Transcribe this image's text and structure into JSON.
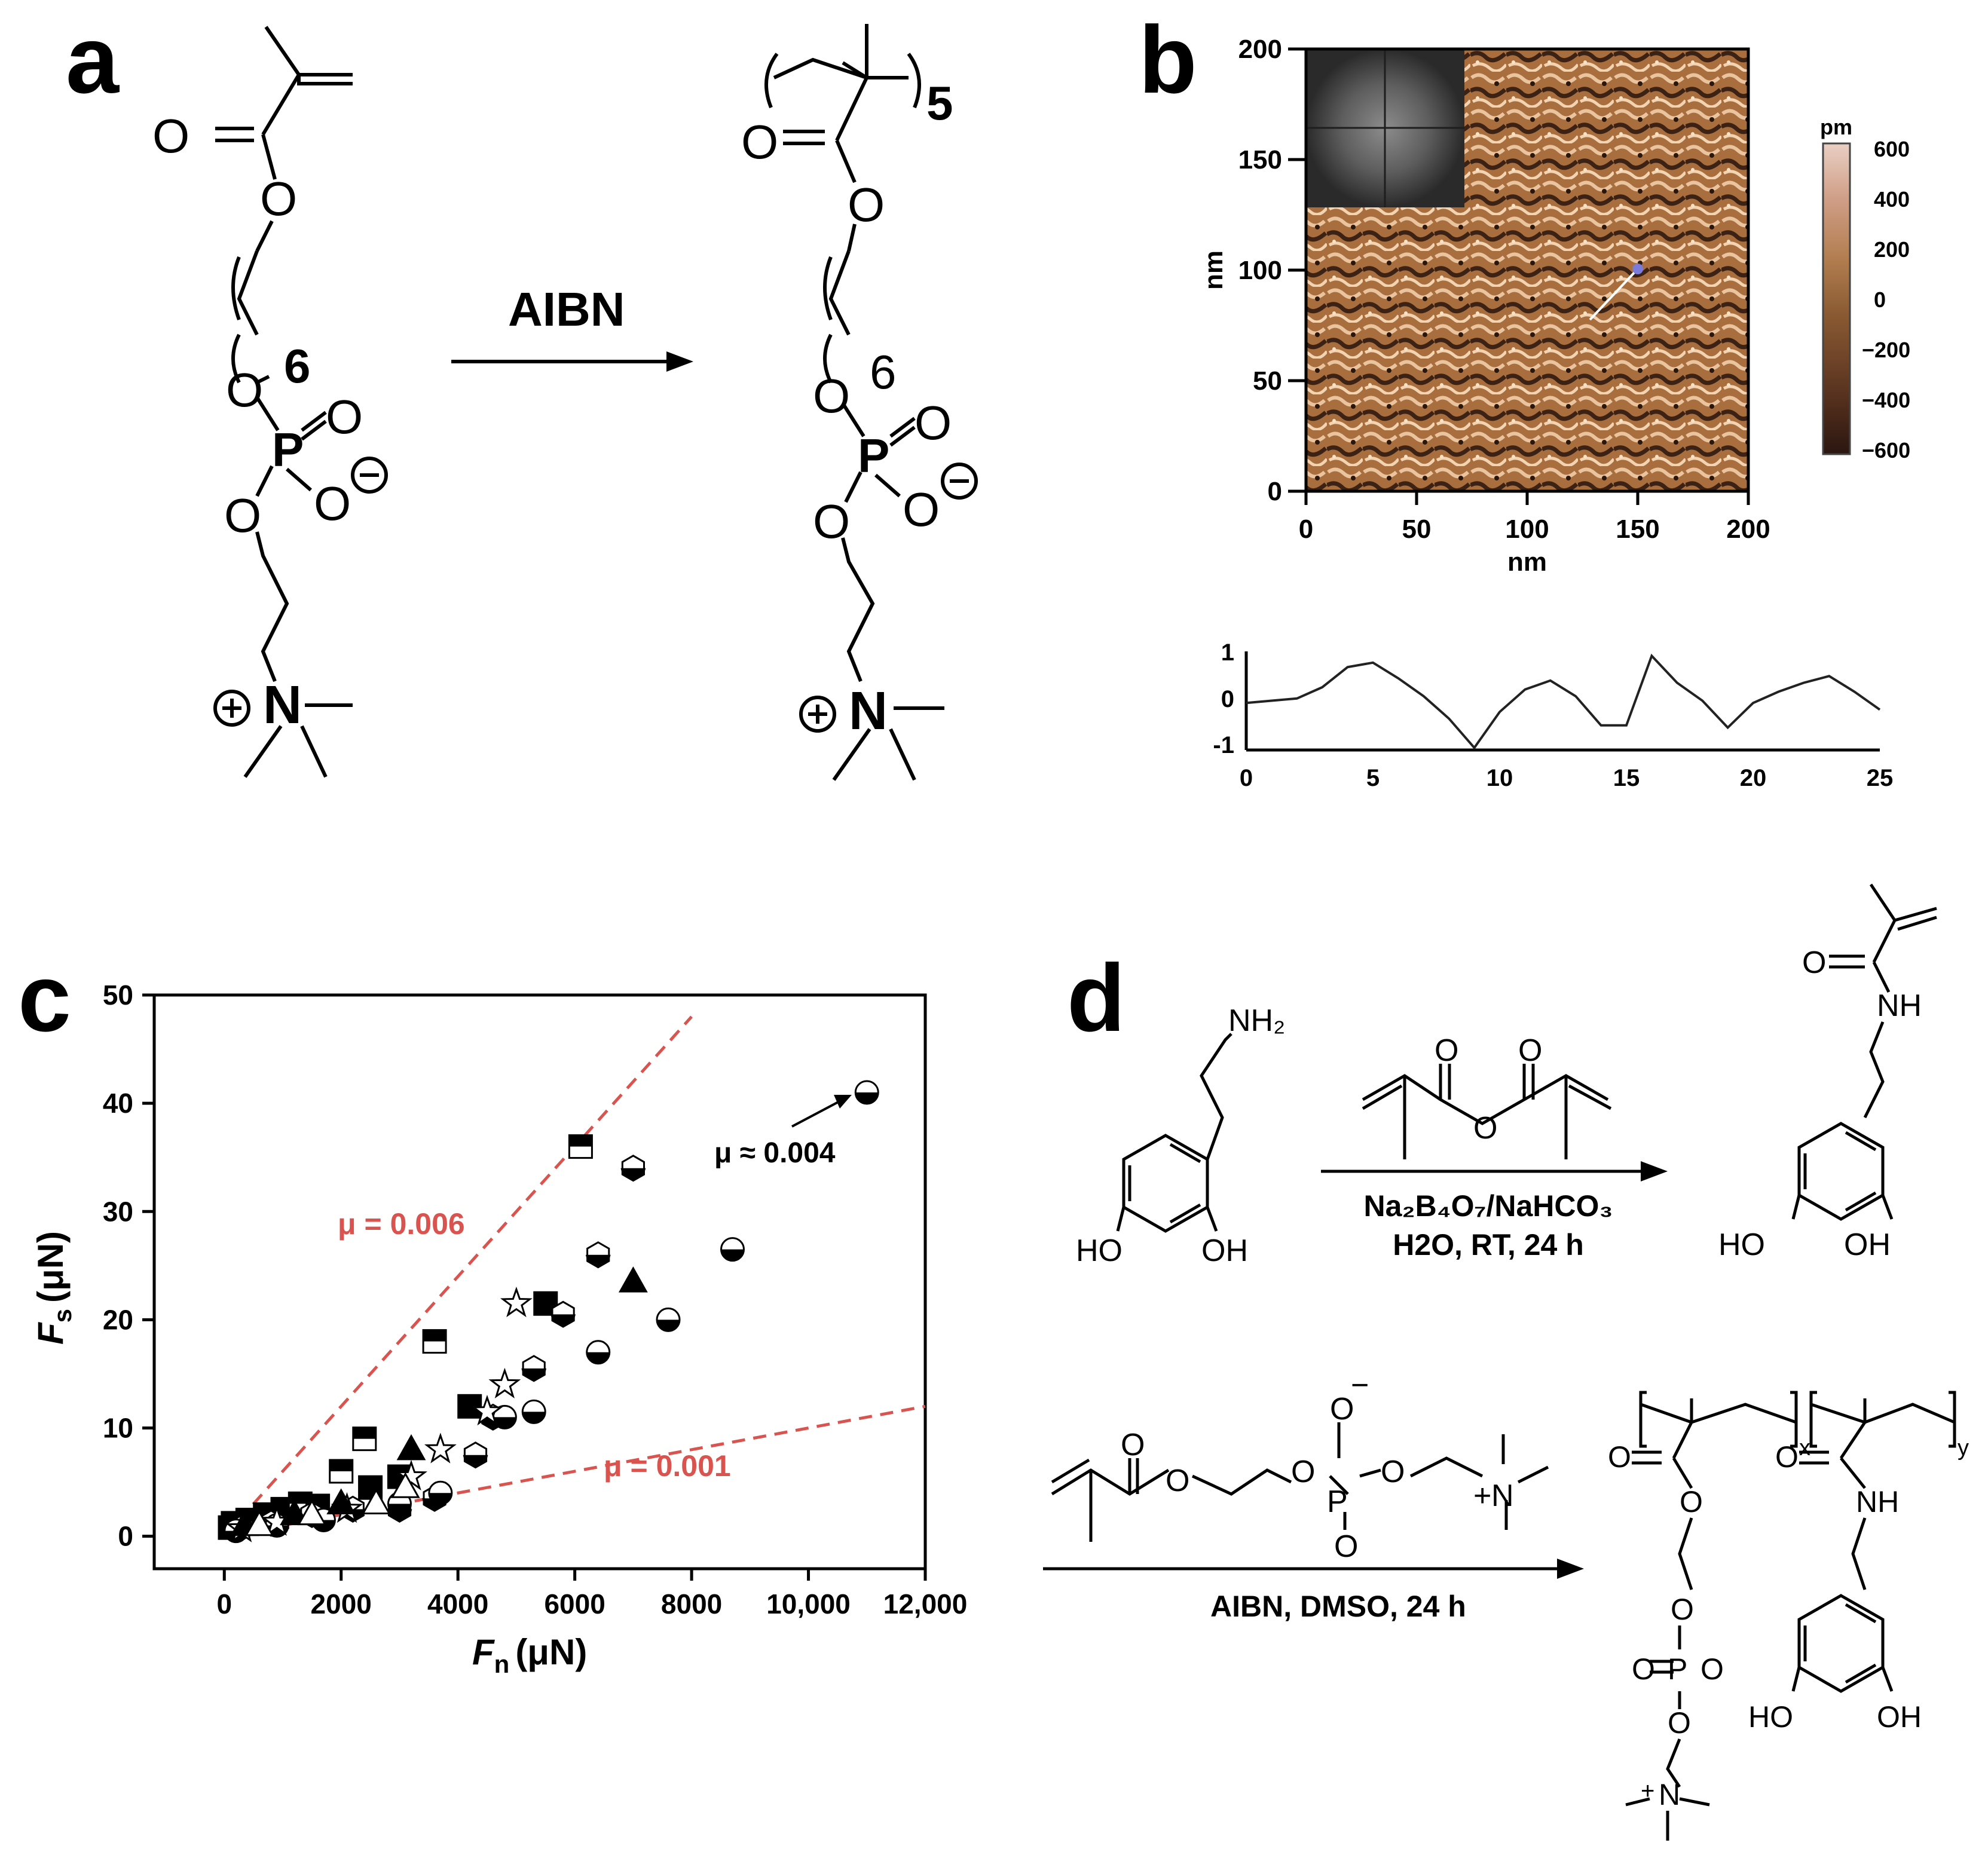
{
  "panel_labels": [
    "a",
    "b",
    "c",
    "d"
  ],
  "panel_a": {
    "reagent": "AIBN",
    "chain_repeat": "6",
    "polymer_repeat": "5",
    "atoms": {
      "O": "O",
      "P": "P",
      "N": "N",
      "minus": "−",
      "plus": "+"
    }
  },
  "panel_b": {
    "afm": {
      "axis_label": "nm",
      "ticks": [
        "0",
        "50",
        "100",
        "150",
        "200"
      ],
      "colorbar_unit": "pm",
      "colorbar_ticks": [
        "600",
        "400",
        "200",
        "0",
        "−200",
        "−400",
        "−600"
      ],
      "colorbar_colors": [
        "#e9cfc3",
        "#cf9e86",
        "#b07c4e",
        "#8a5a32",
        "#6a4026",
        "#4c2a1a",
        "#2a1610"
      ]
    },
    "profile": {
      "y_ticks": [
        "1",
        "0",
        "-1"
      ],
      "x_ticks": [
        "0",
        "5",
        "10",
        "15",
        "20",
        "25"
      ],
      "x": [
        0,
        1,
        2,
        3,
        4,
        5,
        6,
        7,
        8,
        9,
        10,
        11,
        12,
        13,
        14,
        15,
        16,
        17,
        18,
        19,
        20,
        21,
        22,
        23,
        24,
        25
      ],
      "y": [
        0.05,
        0.1,
        0.15,
        0.4,
        0.85,
        0.95,
        0.6,
        0.2,
        -0.3,
        -0.95,
        -0.15,
        0.35,
        0.55,
        0.2,
        -0.45,
        -0.45,
        1.1,
        0.5,
        0.1,
        -0.5,
        0.05,
        0.3,
        0.5,
        0.65,
        0.3,
        -0.1
      ]
    }
  },
  "chart_data": {
    "type": "scatter",
    "xlabel_main": "F",
    "xlabel_sub": "n",
    "xlabel_unit": "(μN)",
    "ylabel_main": "F",
    "ylabel_sub": "s",
    "ylabel_unit": "(μN)",
    "xlim": [
      -1200,
      12000
    ],
    "ylim": [
      -3,
      50
    ],
    "x_ticks": [
      0,
      2000,
      4000,
      6000,
      8000,
      10000,
      12000
    ],
    "x_tick_labels": [
      "0",
      "2000",
      "4000",
      "6000",
      "8000",
      "10,000",
      "12,000"
    ],
    "y_ticks": [
      0,
      10,
      20,
      30,
      40,
      50
    ],
    "y_tick_labels": [
      "0",
      "10",
      "20",
      "30",
      "40",
      "50"
    ],
    "reference_lines": [
      {
        "label": "μ = 0.006",
        "slope": 0.006,
        "x_end": 8000,
        "color": "#d9534f"
      },
      {
        "label": "μ = 0.001",
        "slope": 0.001,
        "x_end": 12000,
        "color": "#d9534f"
      }
    ],
    "annotation": "μ ≈ 0.004",
    "series": [
      {
        "marker": "square-half-top",
        "points": [
          [
            150,
            1.2
          ],
          [
            400,
            1.5
          ],
          [
            700,
            2
          ],
          [
            1000,
            2.5
          ],
          [
            1300,
            3
          ],
          [
            2000,
            6
          ],
          [
            2400,
            9
          ],
          [
            3600,
            18
          ],
          [
            6100,
            36
          ]
        ]
      },
      {
        "marker": "square-filled",
        "points": [
          [
            100,
            0.8
          ],
          [
            500,
            1.2
          ],
          [
            900,
            1.8
          ],
          [
            1600,
            2.8
          ],
          [
            2500,
            4.5
          ],
          [
            3000,
            5.5
          ],
          [
            4200,
            12
          ],
          [
            5500,
            21.5
          ]
        ]
      },
      {
        "marker": "hexagon-half",
        "points": [
          [
            300,
            0.8
          ],
          [
            800,
            1.2
          ],
          [
            1500,
            2
          ],
          [
            2200,
            2.5
          ],
          [
            3000,
            2.5
          ],
          [
            3600,
            3.5
          ],
          [
            4300,
            7.5
          ],
          [
            4600,
            11
          ],
          [
            5300,
            15.5
          ],
          [
            5800,
            20.5
          ],
          [
            6400,
            26
          ],
          [
            7000,
            34
          ]
        ]
      },
      {
        "marker": "circle-half",
        "points": [
          [
            200,
            0.5
          ],
          [
            900,
            1
          ],
          [
            1700,
            1.5
          ],
          [
            3000,
            3
          ],
          [
            3700,
            4
          ],
          [
            4800,
            11
          ],
          [
            5300,
            11.5
          ],
          [
            6400,
            17
          ],
          [
            7600,
            20
          ],
          [
            8700,
            26.5
          ],
          [
            11000,
            41
          ]
        ]
      },
      {
        "marker": "star-outline",
        "points": [
          [
            300,
            0.7
          ],
          [
            900,
            1.3
          ],
          [
            2100,
            2.5
          ],
          [
            3200,
            5.5
          ],
          [
            3700,
            8
          ],
          [
            4500,
            11.5
          ],
          [
            4800,
            14
          ],
          [
            5000,
            21.5
          ]
        ]
      },
      {
        "marker": "triangle-filled",
        "points": [
          [
            350,
            1
          ],
          [
            1200,
            2
          ],
          [
            2000,
            3
          ],
          [
            3200,
            8
          ],
          [
            7000,
            23.5
          ]
        ]
      },
      {
        "marker": "triangle-outline",
        "points": [
          [
            600,
            1
          ],
          [
            1500,
            2
          ],
          [
            2600,
            3
          ],
          [
            3100,
            4.5
          ]
        ]
      }
    ]
  },
  "panel_d": {
    "reaction1": {
      "reagent": "Na₂B₄O₇/NaHCO₃",
      "conditions": "H2O, RT,  24 h",
      "start_group": "NH₂",
      "product_group": "NH",
      "oh": "OH",
      "ho": "HO",
      "o": "O"
    },
    "reaction2": {
      "conditions": "AIBN, DMSO, 24 h",
      "sub_x": "x",
      "sub_y": "y",
      "o": "O",
      "p": "P",
      "n": "N",
      "nh": "NH",
      "oh": "OH",
      "ho": "HO",
      "minus": "−",
      "plus": "+"
    }
  }
}
